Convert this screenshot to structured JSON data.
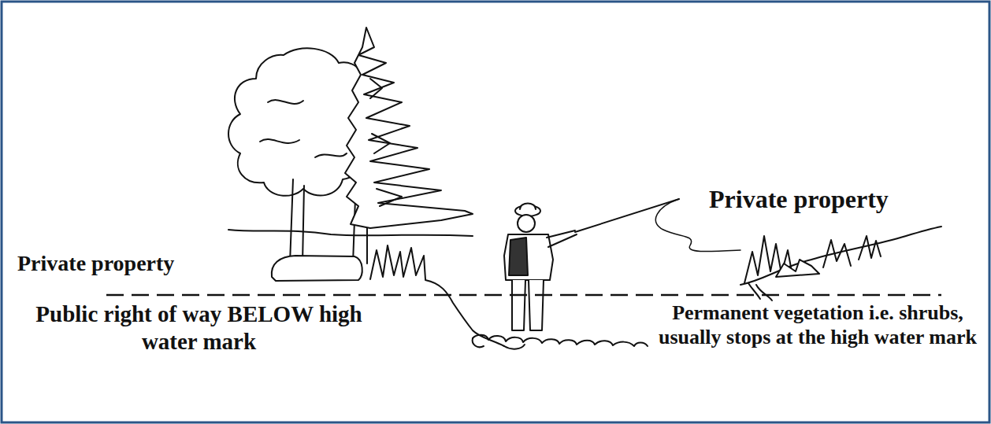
{
  "diagram": {
    "labels": [
      "Private property",
      "Private property",
      "Public right of way BELOW high water mark",
      "Permanent vegetation i.e. shrubs, usually stops at the high water mark"
    ]
  }
}
